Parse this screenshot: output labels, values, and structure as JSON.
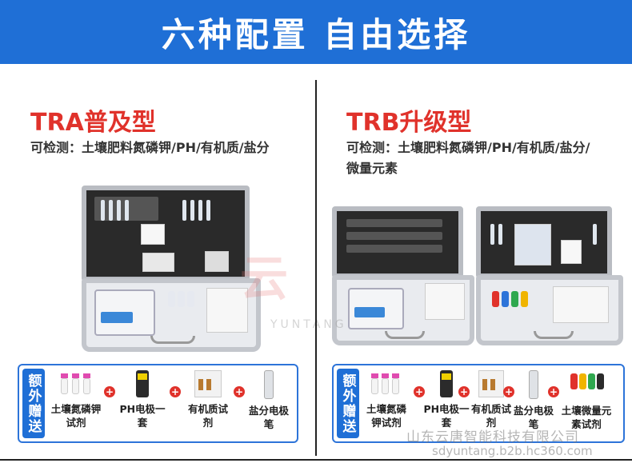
{
  "banner": {
    "title": "六种配置  自由选择"
  },
  "left": {
    "title": "TRA普及型",
    "desc": "可检测：土壤肥料氮磷钾/PH/有机质/盐分",
    "gift_tag": "额外赠送",
    "items": [
      {
        "label": "土壤氮磷钾试剂"
      },
      {
        "label": "PH电极一套"
      },
      {
        "label": "有机质试剂"
      },
      {
        "label": "盐分电极笔"
      }
    ]
  },
  "right": {
    "title": "TRB升级型",
    "desc": "可检测：土壤肥料氮磷钾/PH/有机质/盐分/微量元素",
    "gift_tag": "额外赠送",
    "items": [
      {
        "label": "土壤氮磷钾试剂"
      },
      {
        "label": "PH电极一套"
      },
      {
        "label": "有机质试剂"
      },
      {
        "label": "盐分电极笔"
      },
      {
        "label": "土壤微量元素试剂"
      }
    ]
  },
  "watermark": {
    "logo": "云",
    "sub": "YUNTANG",
    "company": "山东云唐智能科技有限公司",
    "url": "sdyuntang.b2b.hc360.com"
  },
  "colors": {
    "brand_blue": "#1f6fd6",
    "accent_red": "#e0322b"
  }
}
